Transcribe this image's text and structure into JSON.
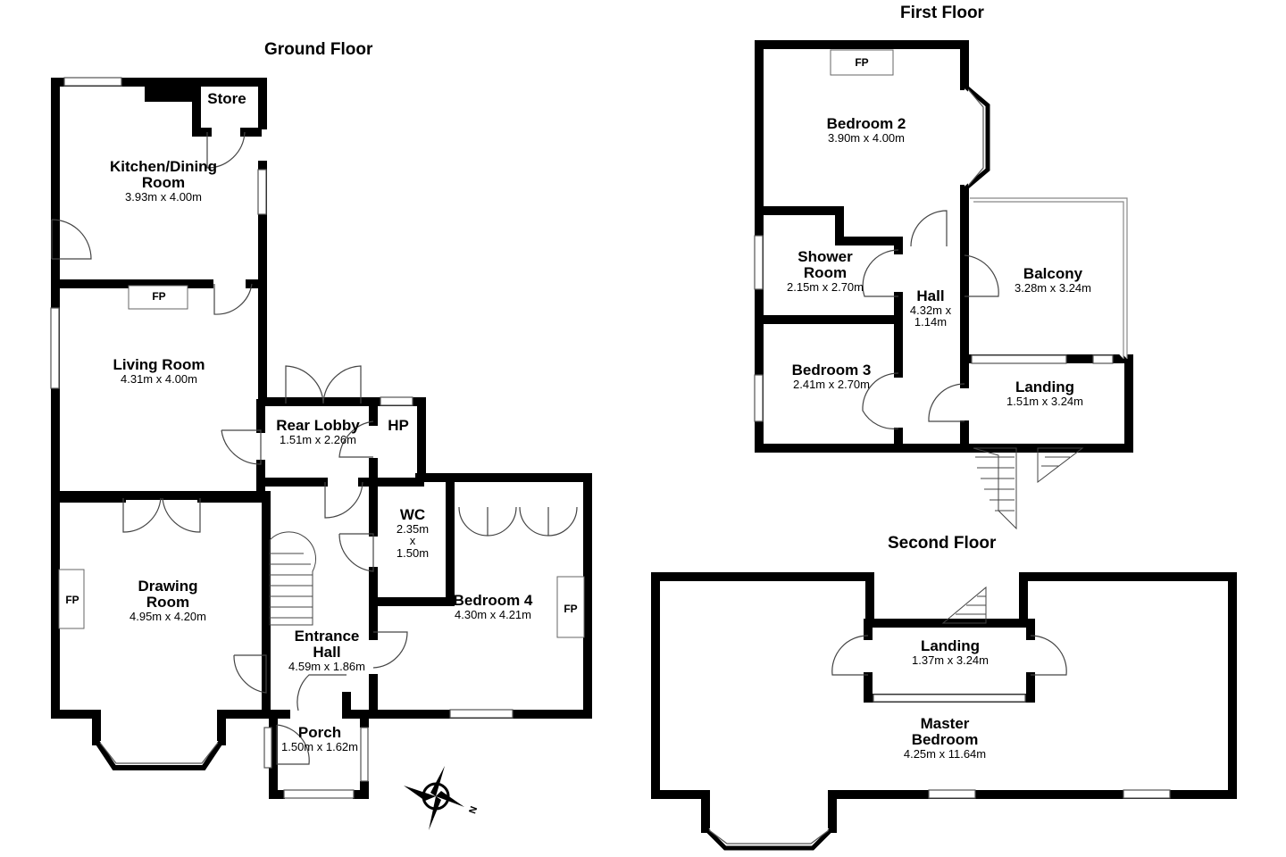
{
  "floors": {
    "ground": "Ground Floor",
    "first": "First Floor",
    "second": "Second Floor"
  },
  "rooms": {
    "store": {
      "name": "Store"
    },
    "kitchen": {
      "name": "Kitchen/Dining Room",
      "dim": "3.93m x 4.00m"
    },
    "living": {
      "name": "Living Room",
      "dim": "4.31m x 4.00m"
    },
    "rear_lobby": {
      "name": "Rear Lobby",
      "dim": "1.51m x 2.26m"
    },
    "hp": {
      "name": "HP"
    },
    "wc": {
      "name": "WC",
      "dim": "2.35m x 1.50m"
    },
    "drawing": {
      "name": "Drawing Room",
      "dim": "4.95m x 4.20m"
    },
    "bedroom4": {
      "name": "Bedroom 4",
      "dim": "4.30m x 4.21m"
    },
    "entrance_hall": {
      "name": "Entrance Hall",
      "dim": "4.59m x 1.86m"
    },
    "porch": {
      "name": "Porch",
      "dim": "1.50m x 1.62m"
    },
    "bedroom2": {
      "name": "Bedroom 2",
      "dim": "3.90m x 4.00m"
    },
    "shower": {
      "name": "Shower Room",
      "dim": "2.15m x 2.70m"
    },
    "hall": {
      "name": "Hall",
      "dim": "4.32m x 1.14m"
    },
    "balcony": {
      "name": "Balcony",
      "dim": "3.28m x 3.24m"
    },
    "bedroom3": {
      "name": "Bedroom 3",
      "dim": "2.41m x 2.70m"
    },
    "landing1": {
      "name": "Landing",
      "dim": "1.51m x 3.24m"
    },
    "landing2": {
      "name": "Landing",
      "dim": "1.37m x 3.24m"
    },
    "master": {
      "name": "Master Bedroom",
      "dim": "4.25m x 11.64m"
    }
  },
  "fireplace_label": "FP",
  "compass_label": "N",
  "colors": {
    "wall": "#000000",
    "fixture": "#555555"
  }
}
